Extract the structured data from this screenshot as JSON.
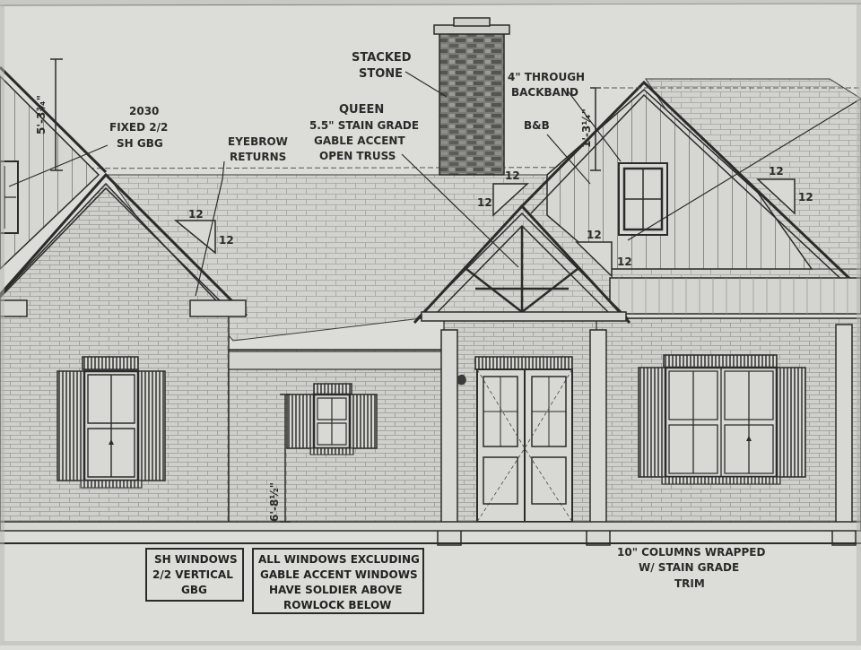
{
  "labels": {
    "stacked_stone": [
      "STACKED",
      "STONE"
    ],
    "window_2030": [
      "2030",
      "FIXED 2/2",
      "SH GBG"
    ],
    "eyebrow": [
      "EYEBROW",
      "RETURNS"
    ],
    "queen": [
      "QUEEN",
      "5.5\" STAIN GRADE",
      "GABLE ACCENT",
      "OPEN TRUSS"
    ],
    "backband": [
      "4\" THROUGH",
      "BACKBAND"
    ],
    "bb": "B&B",
    "columns": [
      "10\" COLUMNS WRAPPED",
      "W/ STAIN GRADE",
      "TRIM"
    ]
  },
  "notes": {
    "sh_windows": [
      "SH WINDOWS",
      "2/2 VERTICAL",
      "GBG"
    ],
    "all_windows": [
      "ALL WINDOWS EXCLUDING",
      "GABLE ACCENT WINDOWS",
      "HAVE SOLDIER ABOVE",
      "ROWLOCK BELOW"
    ]
  },
  "dimensions": {
    "left_gable_height": "5'-3¾\"",
    "right_gable_height": "1'-3¼\"",
    "window_height": "6'-8½\""
  },
  "pitch": {
    "rise": "12",
    "run": "12"
  },
  "colors": {
    "paper": "#dcdcd8",
    "ink": "#2b2b2b",
    "brick": "#c9c9c5",
    "stone": "#6a6a66"
  }
}
